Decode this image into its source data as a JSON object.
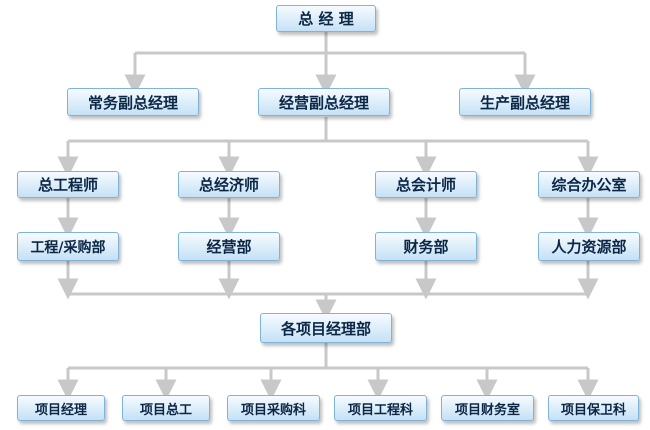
{
  "org": {
    "top": "总 经 理",
    "deputies": [
      "常务副总经理",
      "经营副总经理",
      "生产副总经理"
    ],
    "officers": [
      "总工程师",
      "总经济师",
      "总会计师",
      "综合办公室"
    ],
    "departments": [
      "工程/采购部",
      "经营部",
      "财务部",
      "人力资源部"
    ],
    "project_dept": "各项目经理部",
    "project_roles": [
      "项目经理",
      "项目总工",
      "项目采购科",
      "项目工程科",
      "项目财务室",
      "项目保卫科"
    ]
  },
  "colors": {
    "line": "#c8c8c8",
    "box_border": "#7fb3d9",
    "box_fill_top": "#f6fbff",
    "box_fill_bottom": "#c5e1f5",
    "text": "#0c2746"
  }
}
